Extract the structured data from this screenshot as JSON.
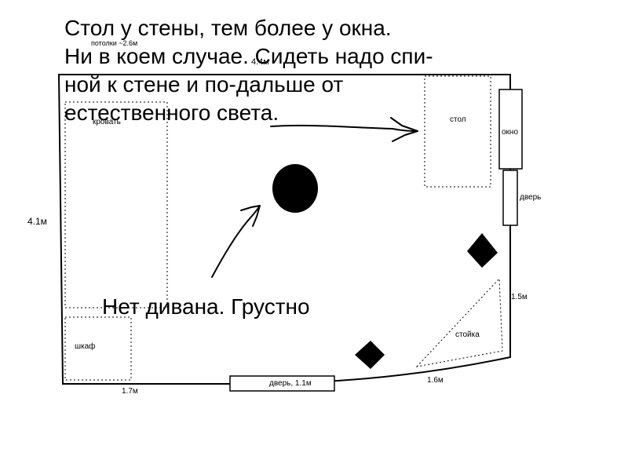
{
  "plan": {
    "ceiling_label": "потолки ~2.6м",
    "top_wall_label": "4.4м",
    "left_wall_label": "4.1м",
    "bottom_wall_label": "1.7м",
    "bottom_right_wall_label": "1.6м",
    "right_lower_wall_label": "1.5м"
  },
  "furniture": {
    "bed_label": "кровать",
    "wardrobe_label": "шкаф",
    "table_label": "стол",
    "counter_label": "стойка"
  },
  "openings": {
    "window_label": "окно",
    "side_door_label": "дверь",
    "bottom_door_label": "дверь, 1.1м"
  },
  "notes": {
    "line1": "Стол у стены, тем более у окна.",
    "line2": "Ни в коем случае. Сидеть надо спи-",
    "line3": "ной к стене и по-дальше от",
    "line4": "естественного света.",
    "sad_note": "Нет дивана. Грустно"
  }
}
